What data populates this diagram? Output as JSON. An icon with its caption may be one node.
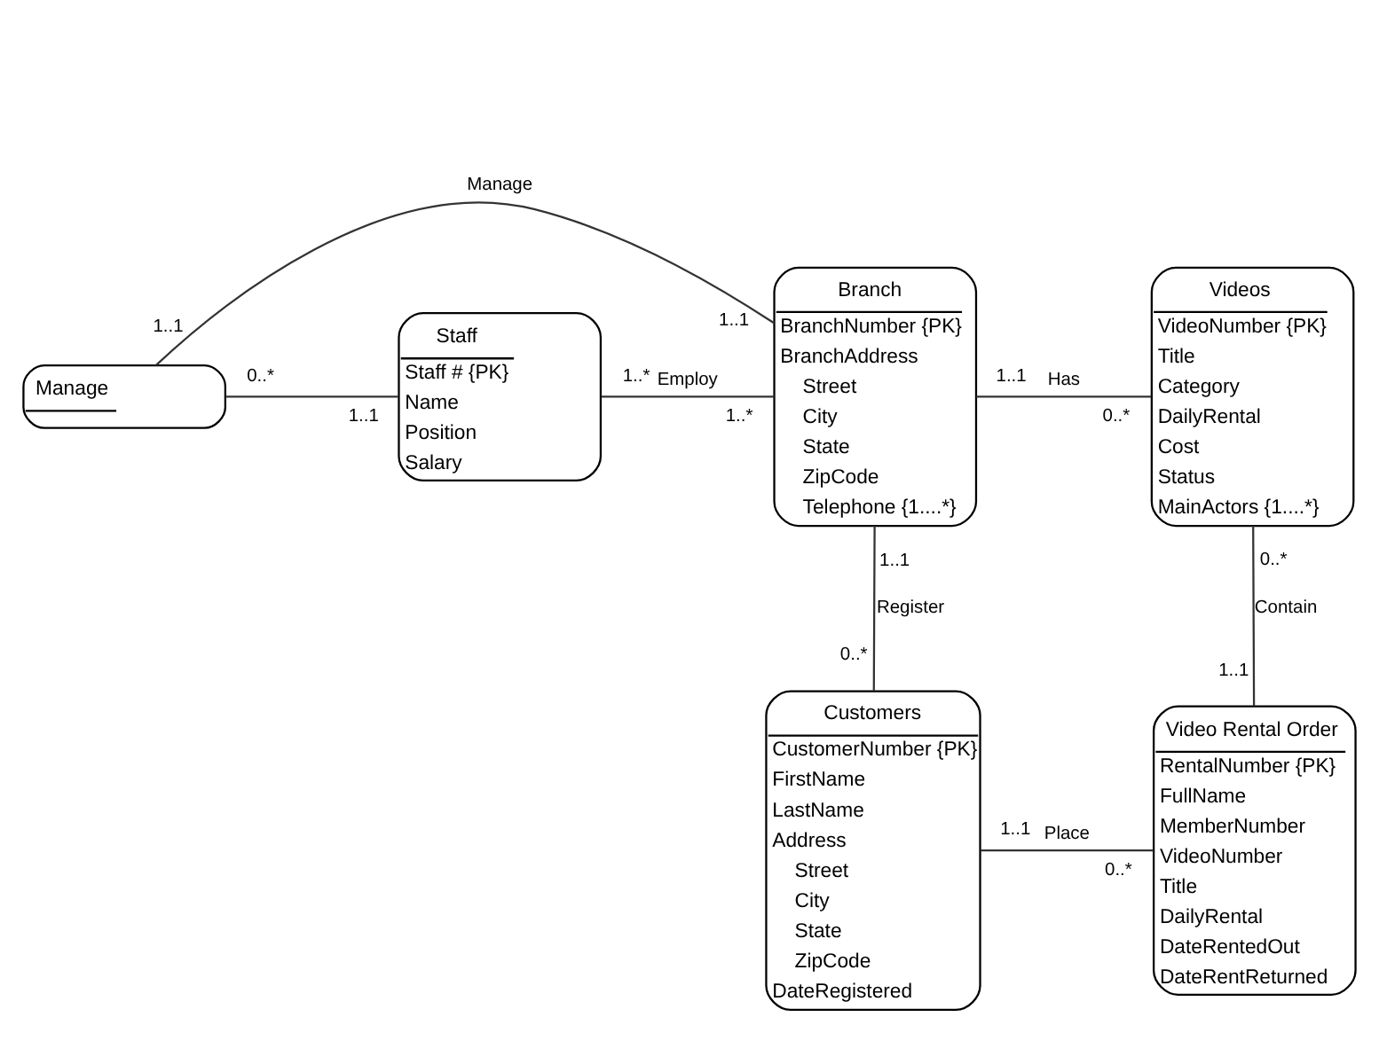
{
  "diagram": {
    "nodes": [
      {
        "text": [
          "Manage"
        ]
      },
      {
        "text": [
          "Staff",
          "Staff # {PK}",
          "Name",
          "Position",
          "Salary"
        ]
      },
      {
        "text": [
          "Branch",
          "BranchNumber {PK}",
          "BranchAddress",
          "Street",
          "City",
          "State",
          "ZipCode",
          "Telephone {1....*}"
        ]
      },
      {
        "text": [
          "Videos",
          "VideoNumber {PK}",
          "Title",
          "Category",
          "DailyRental",
          "Cost",
          "Status",
          "MainActors {1....*}"
        ]
      },
      {
        "text": [
          "Customers",
          "CustomerNumber {PK}",
          "FirstName",
          "LastName",
          "Address",
          "Street",
          "City",
          "State",
          "ZipCode",
          "DateRegistered"
        ]
      },
      {
        "text": [
          "Video Rental Order",
          "RentalNumber {PK}",
          "FullName",
          "MemberNumber",
          "VideoNumber",
          "Title",
          "DailyRental",
          "DateRentedOut",
          "DateRentReturned"
        ]
      }
    ],
    "edges": [
      {
        "from": 0,
        "to": 2,
        "arrow": "none",
        "label": "Manage"
      },
      {
        "from": 0,
        "to": 1,
        "arrow": "none"
      },
      {
        "from": 1,
        "to": 2,
        "arrow": "none",
        "label": "Employ"
      },
      {
        "from": 2,
        "to": 3,
        "arrow": "none",
        "label": "Has"
      },
      {
        "from": 2,
        "to": 4,
        "arrow": "none",
        "label": "Register"
      },
      {
        "from": 3,
        "to": 5,
        "arrow": "none",
        "label": "Contain"
      },
      {
        "from": 4,
        "to": 5,
        "arrow": "none",
        "label": "Place"
      }
    ],
    "labels": [
      "1..1",
      "0..*",
      "1..1",
      "1..1",
      "1..1",
      "0..*",
      "1..*",
      "1..*",
      "1..1",
      "0..*",
      "0..*",
      "1..1",
      "1..1",
      "0..*"
    ]
  }
}
